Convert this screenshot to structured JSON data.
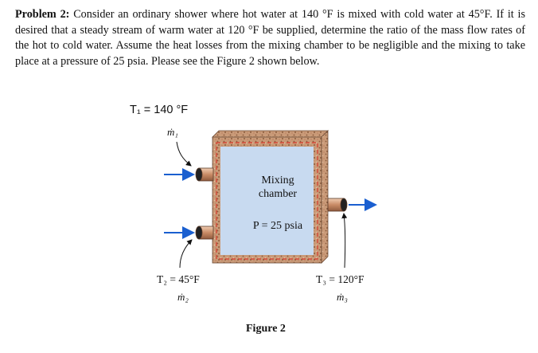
{
  "problem": {
    "heading": "Problem 2:",
    "text": " Consider an ordinary shower where hot water at 140 °F is mixed with cold water at 45°F. If it is desired that a steady stream of warm water at 120 °F be supplied, determine the ratio of the mass flow rates of the hot to cold water. Assume the heat losses from the mixing chamber to be negligible and the mixing to take place at a pressure of 25 psia. Please see the Figure 2 shown below."
  },
  "figure": {
    "inlet1": {
      "temp_label": "T₁ = 140 °F",
      "flow_label": "ṁ₁"
    },
    "inlet2": {
      "temp_label": "T₂ = 45°F",
      "flow_label": "ṁ₂"
    },
    "outlet": {
      "temp_label": "T₃ = 120°F",
      "flow_label": "ṁ₃"
    },
    "chamber_label_line1": "Mixing",
    "chamber_label_line2": "chamber",
    "pressure_label": "P = 25 psia",
    "caption": "Figure 2",
    "colors": {
      "chamber_fill": "#c8daf0",
      "wall_fill": "#c99a78",
      "arrow_blue": "#1a5fd0",
      "pipe_outer": "#d8a98a",
      "pipe_inner": "#111111"
    }
  }
}
